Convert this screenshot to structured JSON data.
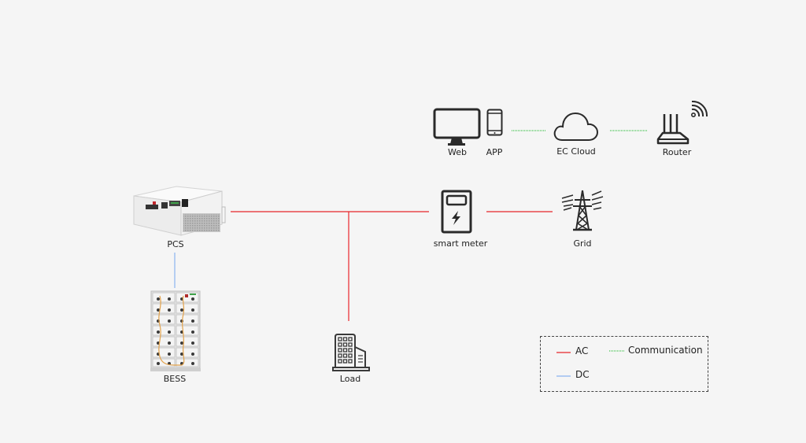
{
  "colors": {
    "ac": "#e8262b",
    "dc": "#8ab4f0",
    "communication": "#3fc24a",
    "icon": "#2a2a2a",
    "background": "#f5f5f5"
  },
  "nodes": {
    "pcs": {
      "label": "PCS",
      "icon": "pcs-unit-image"
    },
    "bess": {
      "label": "BESS",
      "icon": "battery-rack-image"
    },
    "load": {
      "label": "Load",
      "icon": "building-icon"
    },
    "smart_meter": {
      "label": "smart meter",
      "icon": "meter-icon"
    },
    "grid": {
      "label": "Grid",
      "icon": "transmission-tower-icon"
    },
    "web": {
      "label": "Web",
      "icon": "monitor-icon"
    },
    "app": {
      "label": "APP",
      "icon": "phone-icon"
    },
    "cloud": {
      "label": "EC Cloud",
      "icon": "cloud-icon"
    },
    "router": {
      "label": "Router",
      "icon": "router-icon"
    }
  },
  "connections": [
    {
      "from": "PCS",
      "to": "smart meter",
      "type": "AC"
    },
    {
      "from": "AC bus",
      "to": "Load",
      "type": "AC"
    },
    {
      "from": "smart meter",
      "to": "Grid",
      "type": "AC"
    },
    {
      "from": "PCS",
      "to": "BESS",
      "type": "DC"
    },
    {
      "from": "APP",
      "to": "EC Cloud",
      "type": "Communication"
    },
    {
      "from": "EC Cloud",
      "to": "Router",
      "type": "Communication"
    }
  ],
  "legend": {
    "ac": "AC",
    "dc": "DC",
    "communication": "Communication"
  }
}
